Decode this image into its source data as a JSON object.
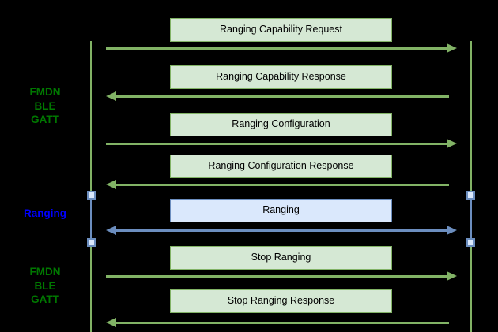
{
  "colors": {
    "green_stroke": "#82b366",
    "green_fill": "#d5e8d4",
    "blue_stroke": "#6c8ebf",
    "blue_fill": "#dae8fc",
    "label_green": "#007700",
    "label_blue": "#0000ff"
  },
  "phases": [
    {
      "label": "FMDN\nBLE\nGATT",
      "color": "green"
    },
    {
      "label": "Ranging",
      "color": "blue"
    },
    {
      "label": "FMDN\nBLE\nGATT",
      "color": "green"
    }
  ],
  "messages": [
    {
      "label": "Ranging Capability Request",
      "direction": "right",
      "color": "green"
    },
    {
      "label": "Ranging Capability Response",
      "direction": "left",
      "color": "green"
    },
    {
      "label": "Ranging Configuration",
      "direction": "right",
      "color": "green"
    },
    {
      "label": "Ranging Configuration Response",
      "direction": "left",
      "color": "green"
    },
    {
      "label": "Ranging",
      "direction": "both",
      "color": "blue"
    },
    {
      "label": "Stop Ranging",
      "direction": "right",
      "color": "green"
    },
    {
      "label": "Stop Ranging Response",
      "direction": "left",
      "color": "green"
    }
  ]
}
